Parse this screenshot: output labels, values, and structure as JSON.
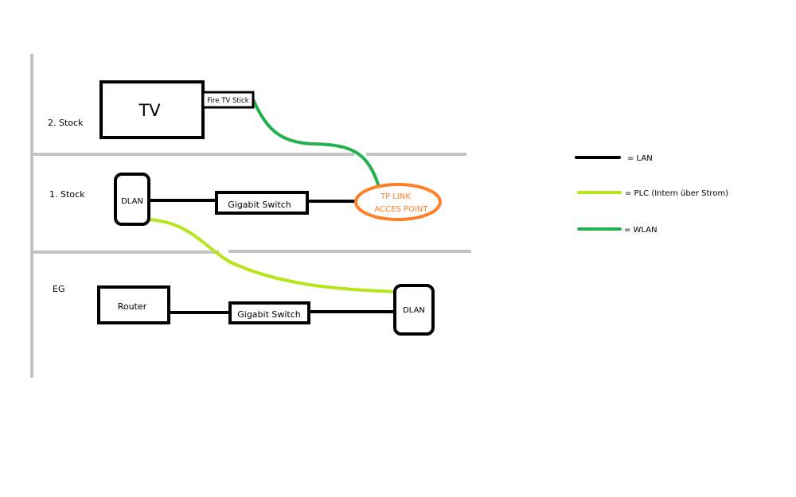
{
  "floors": {
    "second": "2. Stock",
    "first": "1. Stock",
    "ground": "EG"
  },
  "devices": {
    "tv": "TV",
    "fire_tv_stick": "Fire TV Stick",
    "dlan_first": "DLAN",
    "switch_first": "Gigabit Switch",
    "access_point_line1": "TP LINK",
    "access_point_line2": "ACCES POINT",
    "router": "Router",
    "switch_ground": "Gigabit Switch",
    "dlan_ground": "DLAN"
  },
  "legend": [
    {
      "label": "=  LAN",
      "color": "#000000"
    },
    {
      "label": "= PLC (Intern über Strom)",
      "color": "#b5e61d"
    },
    {
      "label": "= WLAN",
      "color": "#22b14c"
    }
  ],
  "colors": {
    "wall": "#c3c3c3",
    "access_point": "#ff7f27"
  }
}
